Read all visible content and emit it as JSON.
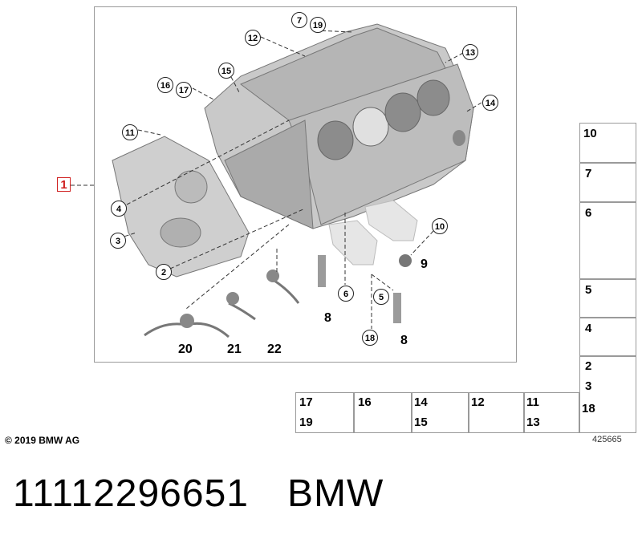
{
  "main_part_label": "1",
  "callouts": {
    "c7": "7",
    "c19": "19",
    "c12": "12",
    "c13": "13",
    "c15": "15",
    "c16": "16",
    "c17": "17",
    "c14": "14",
    "c11": "11",
    "c4": "4",
    "c3": "3",
    "c2": "2",
    "c10": "10",
    "c6": "6",
    "c18": "18",
    "c5": "5"
  },
  "plain_numbers": {
    "n9": "9",
    "n8a": "8",
    "n8b": "8",
    "n20": "20",
    "n21": "21",
    "n22": "22"
  },
  "side_cells": {
    "s10": "10",
    "s7": "7",
    "s6": "6",
    "s5": "5",
    "s4": "4",
    "s2": "2",
    "s3": "3",
    "s18": "18"
  },
  "bottom_cells": {
    "b17": "17",
    "b19": "19",
    "b16": "16",
    "b14": "14",
    "b15": "15",
    "b12": "12",
    "b11": "11",
    "b13": "13"
  },
  "copyright": "© 2019 BMW AG",
  "image_id": "425665",
  "part_number": "11112296651",
  "brand": "BMW"
}
